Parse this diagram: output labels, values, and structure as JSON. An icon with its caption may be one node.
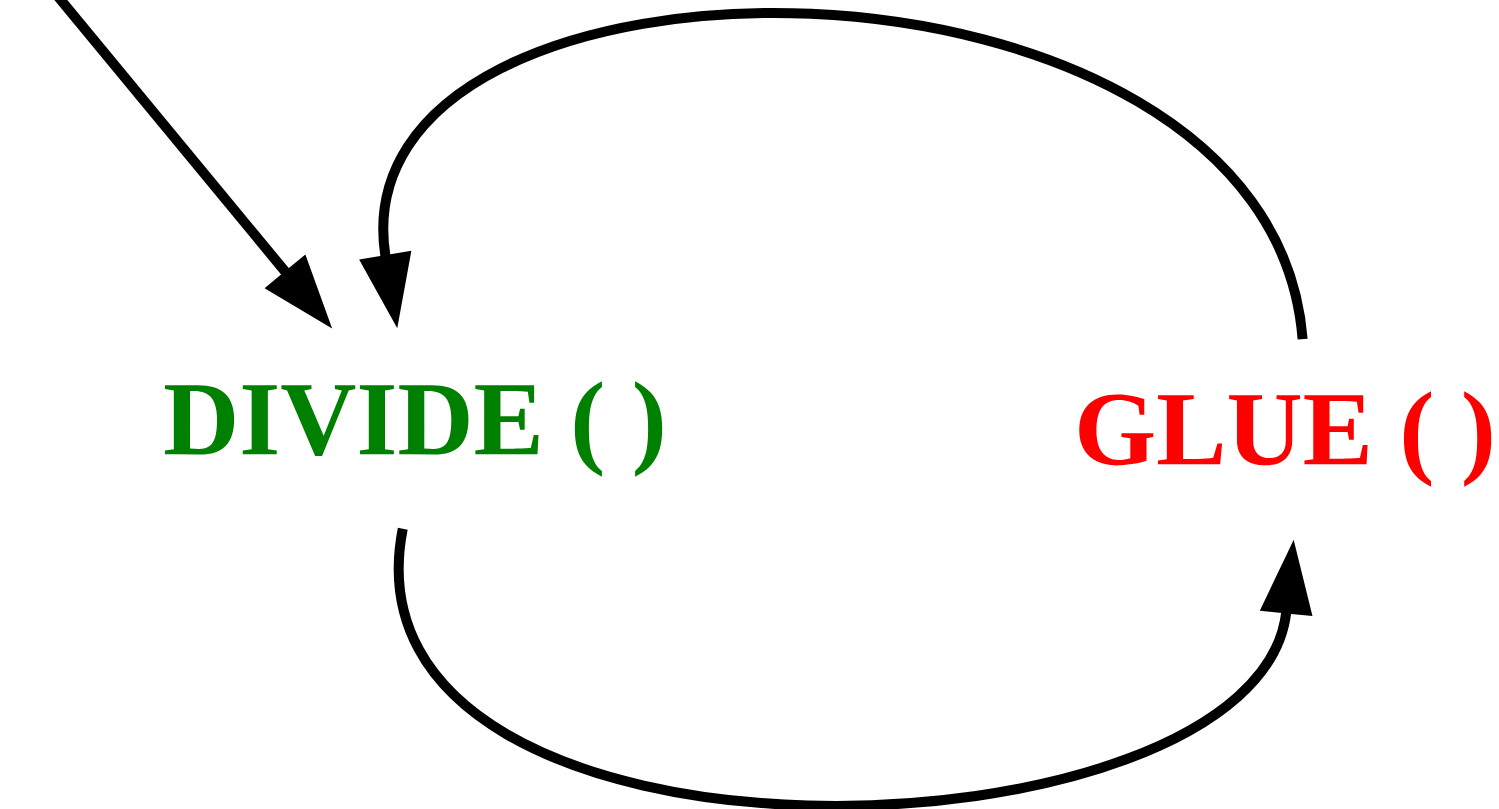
{
  "diagram": {
    "nodes": [
      {
        "text": [
          "DIVIDE ( )"
        ]
      },
      {
        "text": [
          "GLUE ( )"
        ]
      }
    ],
    "edges": [
      {
        "from": null,
        "to": 0,
        "arrow": "to"
      },
      {
        "from": 1,
        "to": 0,
        "arrow": "to"
      },
      {
        "from": 0,
        "to": 1,
        "arrow": "to"
      }
    ]
  }
}
